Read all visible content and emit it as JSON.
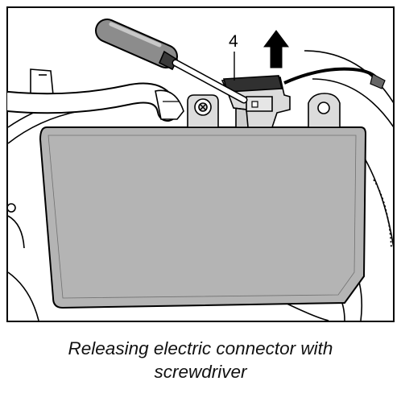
{
  "figure": {
    "callout_label": "4"
  },
  "caption": {
    "line1": "Releasing electric connector with",
    "line2": "screwdriver"
  }
}
